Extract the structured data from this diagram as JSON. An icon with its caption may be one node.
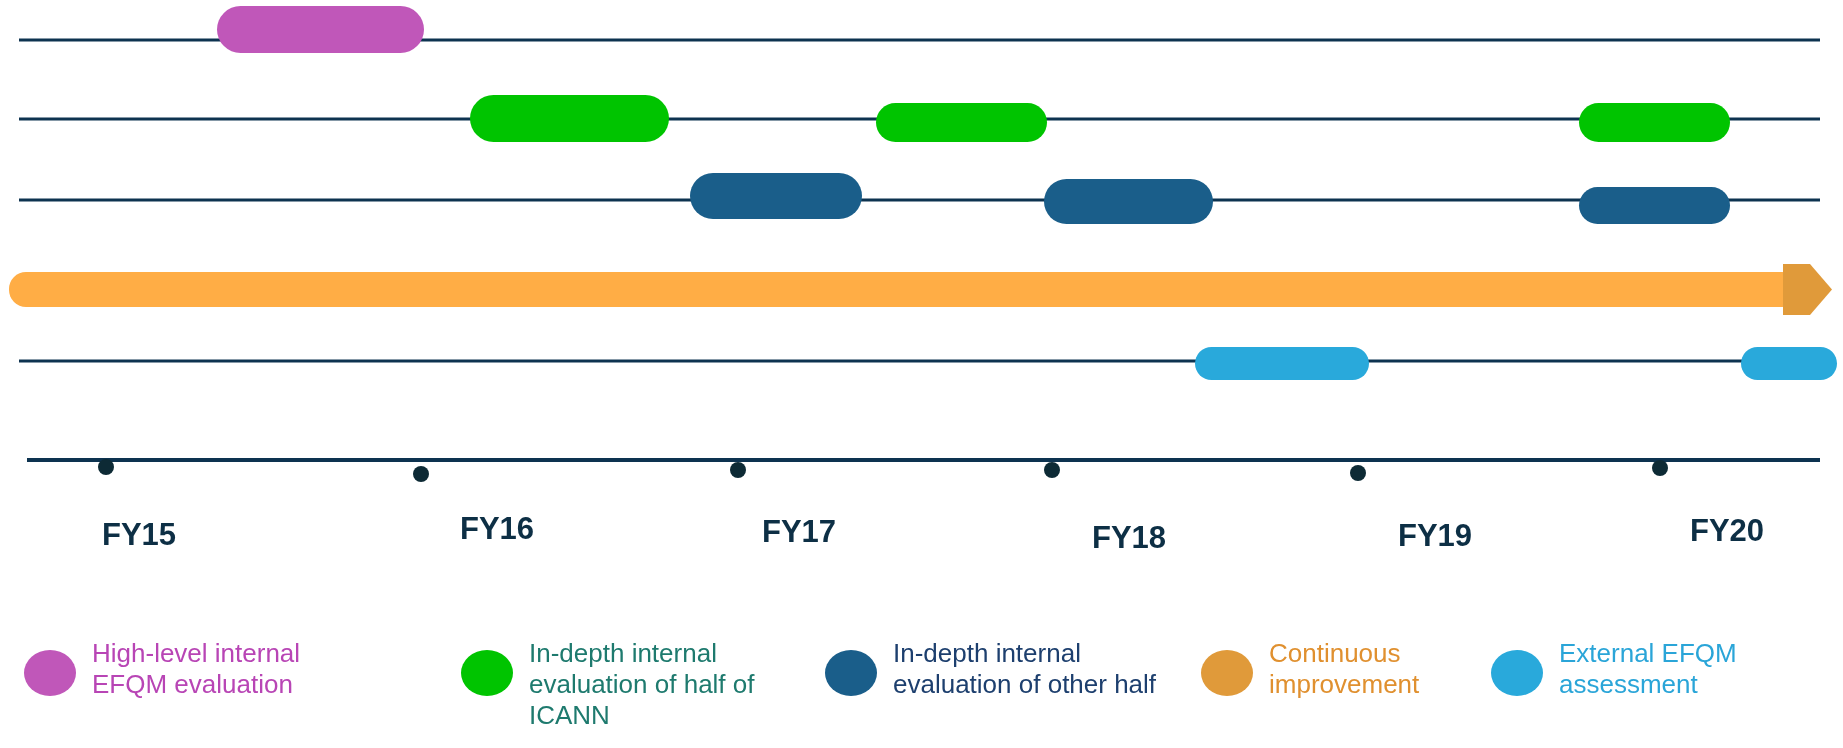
{
  "diagram": {
    "labels": [
      "FY15",
      "FY16",
      "FY17",
      "FY18",
      "FY19",
      "FY20"
    ],
    "legend": [
      {
        "text": "High-level internal EFQM evaluation",
        "color": "#c057b9"
      },
      {
        "text": "In-depth internal evaluation of half of ICANN",
        "color": "#00c400"
      },
      {
        "text": "In-depth internal evaluation of other half",
        "color": "#1a5e8a"
      },
      {
        "text": "Continuous improvement",
        "color": "#e09a3a"
      },
      {
        "text": "External EFQM assessment",
        "color": "#29a9db"
      }
    ]
  }
}
